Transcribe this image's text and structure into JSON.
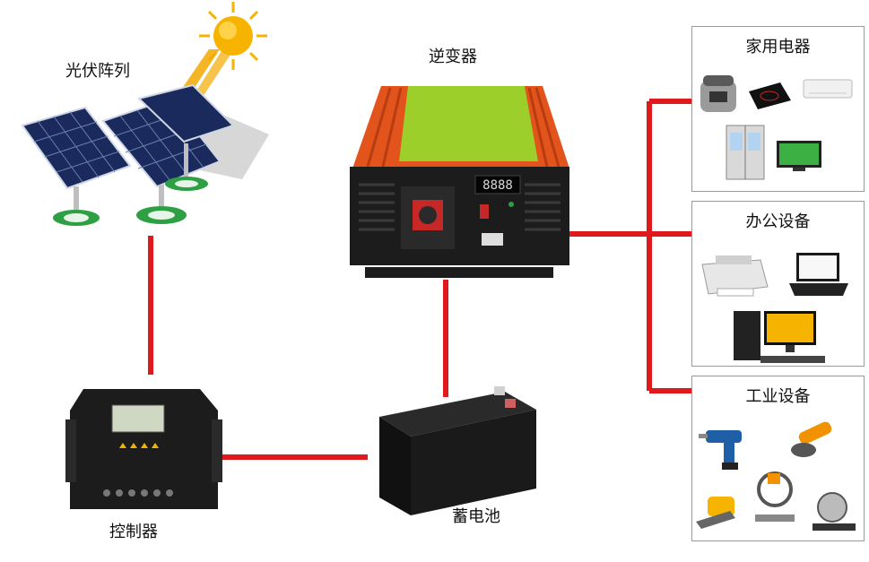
{
  "labels": {
    "pv_array": "光伏阵列",
    "inverter": "逆变器",
    "controller": "控制器",
    "battery": "蓄电池"
  },
  "load_groups": [
    {
      "title": "家用电器"
    },
    {
      "title": "办公设备"
    },
    {
      "title": "工业设备"
    }
  ],
  "colors": {
    "connector": "#e0191c",
    "inverter_body": "#e2541c",
    "inverter_stripe": "#9ccf2a",
    "controller_body": "#1c1c1c",
    "battery_body": "#1a1a1a",
    "panel_cell": "#1b2a5c",
    "sun": "#f6b400"
  }
}
